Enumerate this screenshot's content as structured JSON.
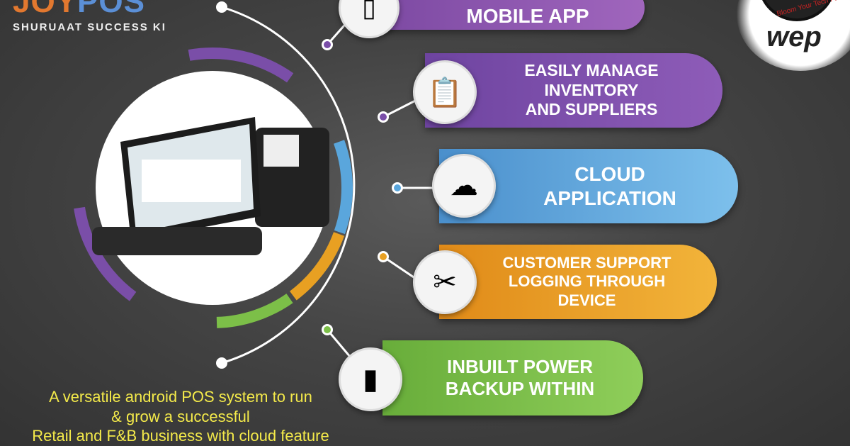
{
  "brand": {
    "logo_part1": "JOY",
    "logo_part2": "POS",
    "tagline": "SHURUAAT SUCCESS KI"
  },
  "partner": {
    "logo": "wep",
    "slogan": "Bloom Your Tech Fantasy"
  },
  "features": [
    {
      "label": "MOBILE APP",
      "icon": "mobile-phone-icon",
      "color": "#8a52aa"
    },
    {
      "label": "EASILY MANAGE\nINVENTORY\nAND SUPPLIERS",
      "icon": "clipboard-checklist-icon",
      "color": "#7d4fa8"
    },
    {
      "label": "CLOUD\nAPPLICATION",
      "icon": "cloud-sync-icon",
      "color": "#5aa6dc"
    },
    {
      "label": "CUSTOMER SUPPORT\nLOGGING THROUGH\nDEVICE",
      "icon": "tools-icon",
      "color": "#e8a022"
    },
    {
      "label": "INBUILT POWER\nBACKUP WITHIN",
      "icon": "battery-plug-icon",
      "color": "#7cbf48"
    }
  ],
  "description": "A versatile android POS system to run\n& grow a successful\nRetail and F&B business with cloud feature"
}
